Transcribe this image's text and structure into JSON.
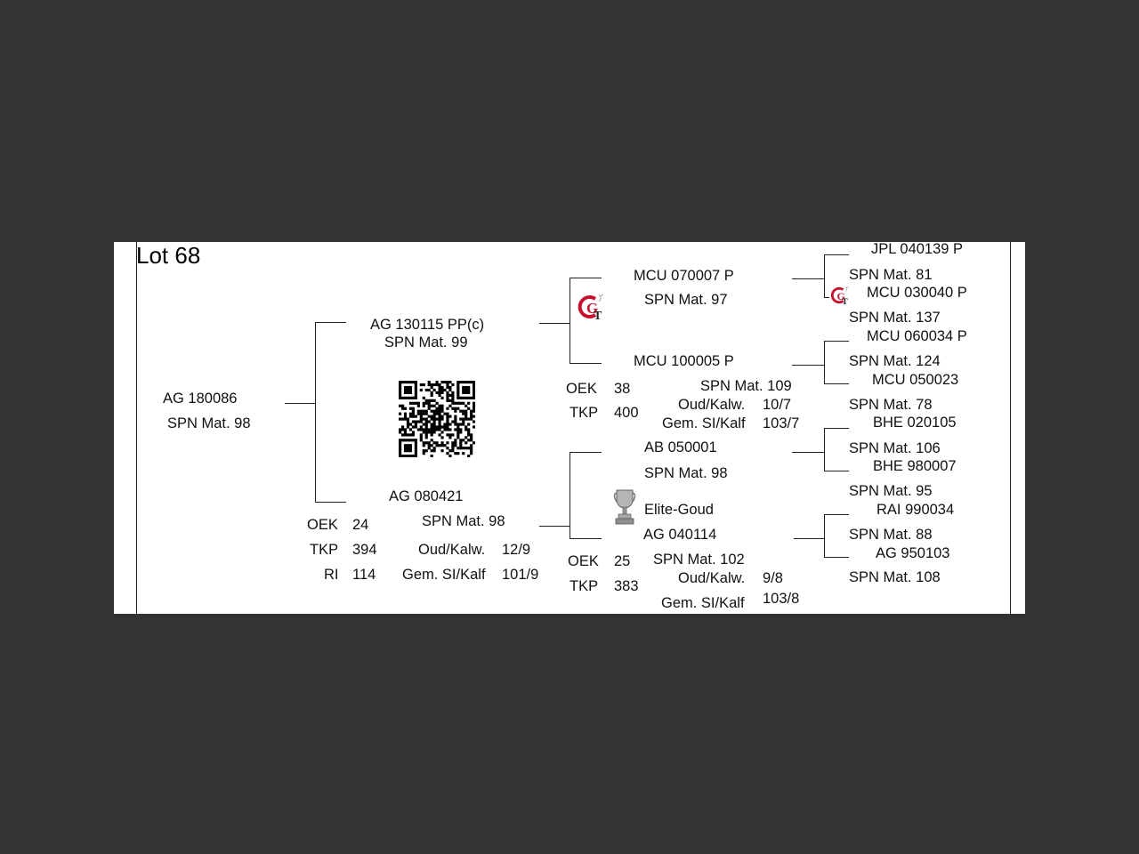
{
  "lot_title": "Lot 68",
  "animal": {
    "id": "AG  180086",
    "spn": "SPN Mat. 98"
  },
  "sire": {
    "id": "AG  130115   PP(c)",
    "spn": "SPN Mat. 99"
  },
  "dam": {
    "id": "AG  080421",
    "spn": "SPN Mat. 98",
    "stats": {
      "oek_label": "OEK",
      "oek_value": "24",
      "tkp_label": "TKP",
      "tkp_value": "394",
      "ri_label": "RI",
      "ri_value": "114",
      "oud_label": "Oud/Kalw.",
      "oud_value": "12/9",
      "gem_label": "Gem. SI/Kalf",
      "gem_value": "101/9"
    }
  },
  "ss": {
    "id": "MCU 070007   P",
    "spn": "SPN Mat. 97"
  },
  "sd": {
    "id": "MCU 100005   P",
    "spn": "SPN Mat. 109",
    "stats": {
      "oek_label": "OEK",
      "oek_value": "38",
      "tkp_label": "TKP",
      "tkp_value": "400",
      "oud_label": "Oud/Kalw.",
      "oud_value": "10/7",
      "gem_label": "Gem. SI/Kalf",
      "gem_value": "103/7"
    }
  },
  "ds": {
    "id": "AB  050001",
    "spn": "SPN Mat. 98"
  },
  "dd": {
    "award": "Elite-Goud",
    "id": "AG  040114",
    "spn": "SPN Mat. 102",
    "stats": {
      "oek_label": "OEK",
      "oek_value": "25",
      "tkp_label": "TKP",
      "tkp_value": "383",
      "oud_label": "Oud/Kalw.",
      "oud_value": "9/8",
      "gem_label": "Gem. SI/Kalf",
      "gem_value": "103/8"
    }
  },
  "ggp": [
    {
      "id": "JPL 040139   P",
      "spn": "SPN Mat. 81"
    },
    {
      "id": "MCU 030040   P",
      "spn": "SPN Mat. 137"
    },
    {
      "id": "MCU 060034   P",
      "spn": "SPN Mat. 124"
    },
    {
      "id": "MCU 050023",
      "spn": "SPN Mat. 78"
    },
    {
      "id": "BHE 020105",
      "spn": "SPN Mat. 106"
    },
    {
      "id": "BHE 980007",
      "spn": "SPN Mat. 95"
    },
    {
      "id": "RAI 990034",
      "spn": "SPN Mat. 88"
    },
    {
      "id": "AG  950103",
      "spn": "SPN Mat. 108"
    }
  ],
  "icons": {
    "gt_logo": "gt-logo-icon",
    "qr": "qr-code-icon",
    "trophy": "trophy-icon"
  },
  "colors": {
    "gt_red": "#c8102e",
    "trophy_grey": "#9a9a9a"
  }
}
